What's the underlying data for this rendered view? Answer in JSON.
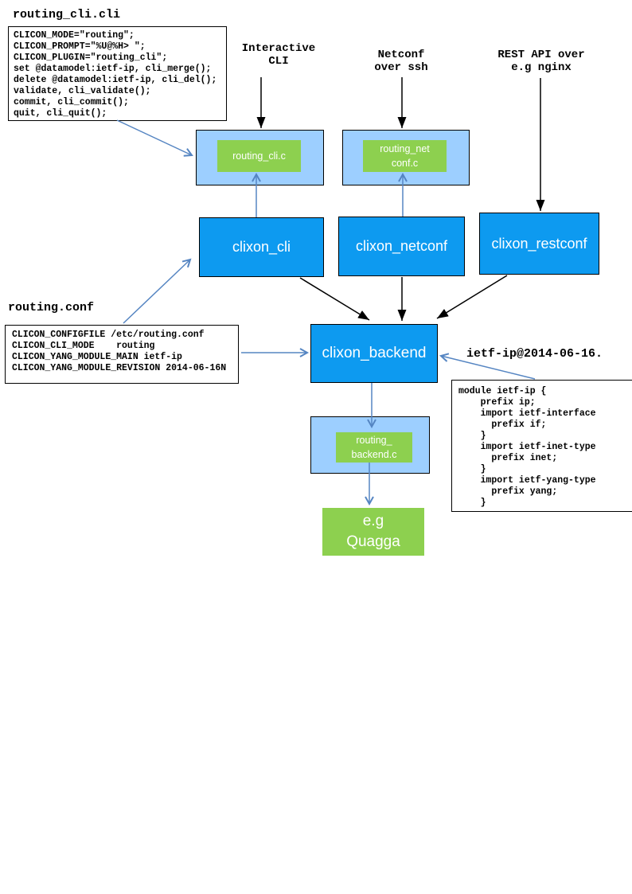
{
  "colors": {
    "node_blue": "#0d9af0",
    "container_blue": "#9dcfff",
    "plugin_green": "#8dd04f",
    "arrow_blue": "#5585c2",
    "arrow_black": "#000000"
  },
  "files": {
    "cli_spec": {
      "title": "routing_cli.cli",
      "code": "CLICON_MODE=\"routing\";\nCLICON_PROMPT=\"%U@%H> \";\nCLICON_PLUGIN=\"routing_cli\";\nset @datamodel:ietf-ip, cli_merge();\ndelete @datamodel:ietf-ip, cli_del();\nvalidate, cli_validate();\ncommit, cli_commit();\nquit, cli_quit();"
    },
    "conf_spec": {
      "title": "routing.conf",
      "code": "CLICON_CONFIGFILE /etc/routing.conf\nCLICON_CLI_MODE    routing\nCLICON_YANG_MODULE_MAIN ietf-ip\nCLICON_YANG_MODULE_REVISION 2014-06-16N"
    },
    "yang_module": {
      "title": "ietf-ip@2014-06-16.",
      "code": "module ietf-ip {\n    prefix ip;\n    import ietf-interface\n      prefix if;\n    }\n    import ietf-inet-type\n      prefix inet;\n    }\n    import ietf-yang-type\n      prefix yang;\n    }"
    }
  },
  "annotations": {
    "interactive_cli": "Interactive\nCLI",
    "netconf_ssh": "Netconf\nover ssh",
    "rest_api": "REST API over\ne.g nginx"
  },
  "nodes": {
    "clixon_cli": "clixon_cli",
    "clixon_netconf": "clixon_netconf",
    "clixon_restconf": "clixon_restconf",
    "clixon_backend": "clixon_backend",
    "plugin_cli": "routing_cli.c",
    "plugin_netconf": "routing_net\nconf.c",
    "plugin_backend": "routing_\nbackend.c",
    "quagga": "e.g\nQuagga"
  }
}
